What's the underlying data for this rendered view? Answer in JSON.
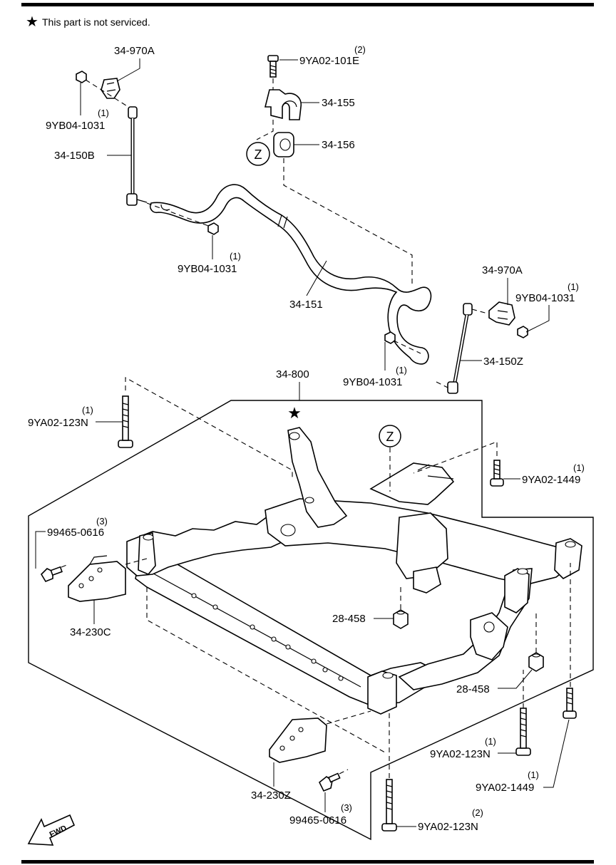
{
  "note": {
    "symbol": "★",
    "text": "This part is not serviced."
  },
  "callouts": {
    "p34_970A_left": {
      "part": "34-970A"
    },
    "p9YA02_101E": {
      "part": "9YA02-101E",
      "qty": "(2)"
    },
    "p9YB04_1031_a": {
      "part": "9YB04-1031",
      "qty": "(1)"
    },
    "p34_155": {
      "part": "34-155"
    },
    "p34_156": {
      "part": "34-156"
    },
    "p34_150B": {
      "part": "34-150B"
    },
    "p9YB04_1031_b": {
      "part": "9YB04-1031",
      "qty": "(1)"
    },
    "p34_151": {
      "part": "34-151"
    },
    "p34_970A_right": {
      "part": "34-970A"
    },
    "p9YB04_1031_c": {
      "part": "9YB04-1031",
      "qty": "(1)"
    },
    "p34_150Z": {
      "part": "34-150Z"
    },
    "p9YB04_1031_d": {
      "part": "9YB04-1031",
      "qty": "(1)"
    },
    "p34_800": {
      "part": "34-800"
    },
    "p9YA02_123N_a": {
      "part": "9YA02-123N",
      "qty": "(1)"
    },
    "p9YA02_1449_a": {
      "part": "9YA02-1449",
      "qty": "(1)"
    },
    "p99465_0616_a": {
      "part": "99465-0616",
      "qty": "(3)"
    },
    "p34_230C": {
      "part": "34-230C"
    },
    "p28_458_a": {
      "part": "28-458"
    },
    "p28_458_b": {
      "part": "28-458"
    },
    "p9YA02_123N_b": {
      "part": "9YA02-123N",
      "qty": "(1)"
    },
    "p9YA02_1449_b": {
      "part": "9YA02-1449",
      "qty": "(1)"
    },
    "p34_230Z": {
      "part": "34-230Z"
    },
    "p99465_0616_b": {
      "part": "99465-0616",
      "qty": "(3)"
    },
    "p9YA02_123N_c": {
      "part": "9YA02-123N",
      "qty": "(2)"
    }
  },
  "markers": {
    "zone_upper": "Z",
    "zone_lower": "Z",
    "not_serviced_star": "★"
  },
  "fwd_arrow": "FWD"
}
